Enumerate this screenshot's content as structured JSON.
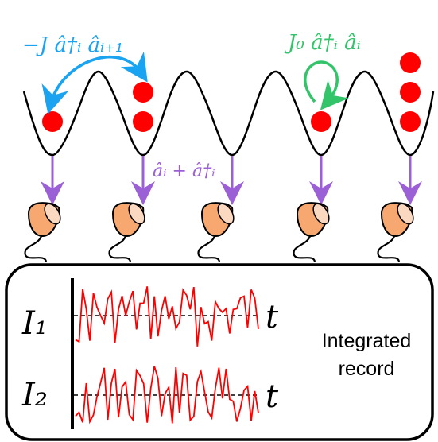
{
  "colors": {
    "atom": "#ff0000",
    "hopping": "#1aa3f0",
    "onsite": "#33c46a",
    "measure": "#9b5fd6",
    "detector_fill": "#f6a870",
    "detector_inner": "#fbd9c1",
    "trace": "#ff0000",
    "potential": "#000000"
  },
  "labels": {
    "hopping_term": "−J â†ᵢ âᵢ₊₁",
    "onsite_term": "J₀ â†ᵢ âᵢ",
    "measure_term": "âᵢ + â†ᵢ",
    "trace1_label": "I₁",
    "trace2_label": "I₂",
    "time_label1": "t",
    "time_label2": "t",
    "record_line1": "Integrated",
    "record_line2": "record"
  },
  "sites": {
    "atom_counts": [
      1,
      2,
      0,
      1,
      3
    ]
  },
  "icons": [
    "detector-icon",
    "atom-icon",
    "arrow-icon"
  ]
}
